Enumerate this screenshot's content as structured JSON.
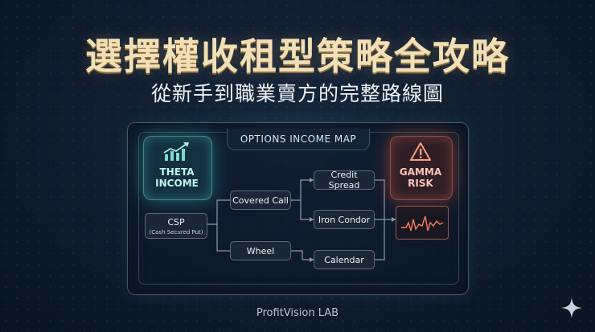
{
  "title": "選擇權收租型策略全攻略",
  "subtitle": "從新手到職業賣方的完整路線圖",
  "map": {
    "title": "OPTIONS INCOME MAP",
    "theta": {
      "line1": "THETA",
      "line2": "INCOME",
      "icon": "trending-up-chart-icon"
    },
    "gamma": {
      "line1": "GAMMA",
      "line2": "RISK",
      "icon": "warning-triangle-icon"
    },
    "nodes": {
      "csp": {
        "label": "CSP",
        "sub": "(Cash Secured Put)"
      },
      "covered_call": "Covered Call",
      "wheel": "Wheel",
      "credit_spread": "Credit Spread",
      "iron_condor": "Iron Condor",
      "calendar": "Calendar"
    },
    "risk_chart_icon": "volatility-line-chart-icon"
  },
  "footer": "ProfitVision LAB",
  "colors": {
    "title": "#f2dfb6",
    "theta_glow": "#3cc8c8",
    "gamma_glow": "#f05a3c",
    "background": "#0f1c2d"
  }
}
